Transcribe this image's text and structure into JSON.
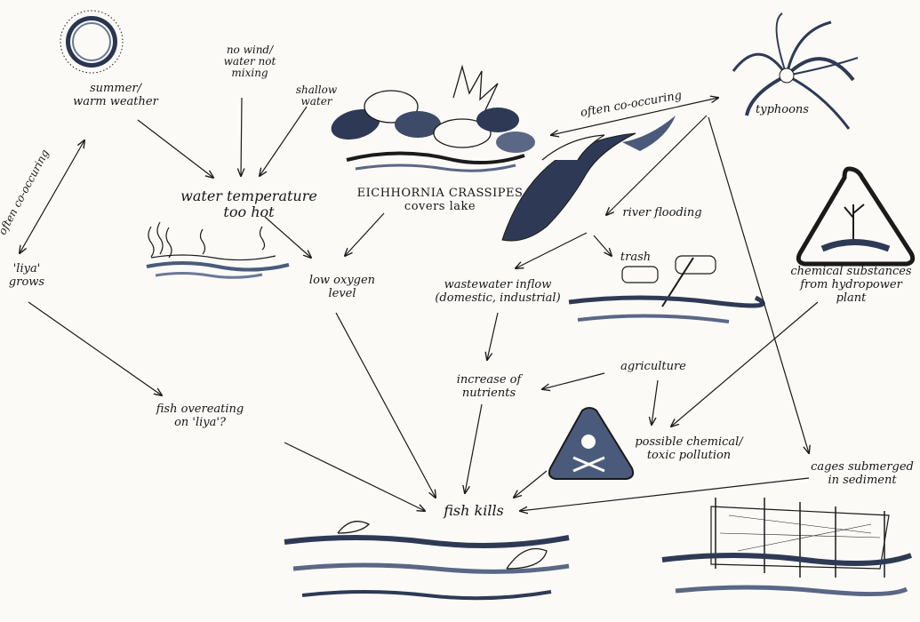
{
  "diagram": {
    "nodes": {
      "summer": [
        "summer/",
        "warm weather"
      ],
      "no_wind": [
        "no wind/",
        "water not",
        "mixing"
      ],
      "shallow": [
        "shallow",
        "water"
      ],
      "water_temp": [
        "water temperature",
        "too hot"
      ],
      "eichhornia": [
        "EICHHORNIA CRASSIPES",
        "covers lake"
      ],
      "often_co_top": [
        "often co-occuring"
      ],
      "typhoons": [
        "typhoons"
      ],
      "often_co_left": [
        "often co-occuring"
      ],
      "liya_grows": [
        "'liya'",
        "grows"
      ],
      "river_flooding": [
        "river flooding"
      ],
      "trash": [
        "trash"
      ],
      "low_oxygen": [
        "low oxygen",
        "level"
      ],
      "wastewater": [
        "wastewater inflow",
        "(domestic, industrial)"
      ],
      "chemical_subst": [
        "chemical substances",
        "from hydropower",
        "plant"
      ],
      "agriculture": [
        "agriculture"
      ],
      "nutrients": [
        "increase of",
        "nutrients"
      ],
      "fish_overeating": [
        "fish overeating",
        "on 'liya'?"
      ],
      "toxic": [
        "possible chemical/",
        "toxic pollution"
      ],
      "cages": [
        "cages submerged",
        "in sediment"
      ],
      "fish_kills": [
        "fish kills"
      ]
    },
    "ink_color": "#1a1a1a",
    "wash_color": "#4a5a7a"
  }
}
